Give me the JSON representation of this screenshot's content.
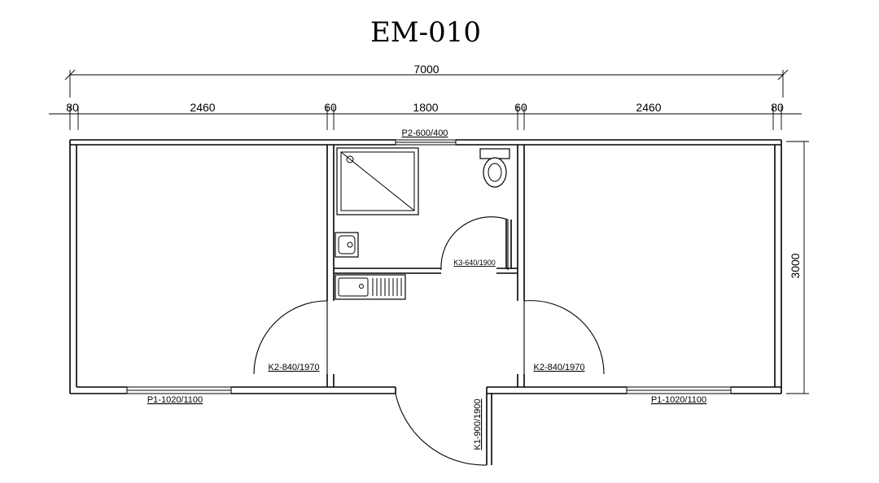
{
  "title": "EM-010",
  "dimensions": {
    "overall_width": "7000",
    "overall_depth": "3000",
    "segments": [
      "80",
      "2460",
      "60",
      "1800",
      "60",
      "2460",
      "80"
    ]
  },
  "openings": {
    "window_top": "P2-600/400",
    "window_left": "P1-1020/1100",
    "window_right": "P1-1020/1100",
    "door_entrance": "K1-900/1900",
    "door_left_room": "K2-840/1970",
    "door_right_room": "K2-840/1970",
    "door_wc": "K3-640/1900"
  }
}
